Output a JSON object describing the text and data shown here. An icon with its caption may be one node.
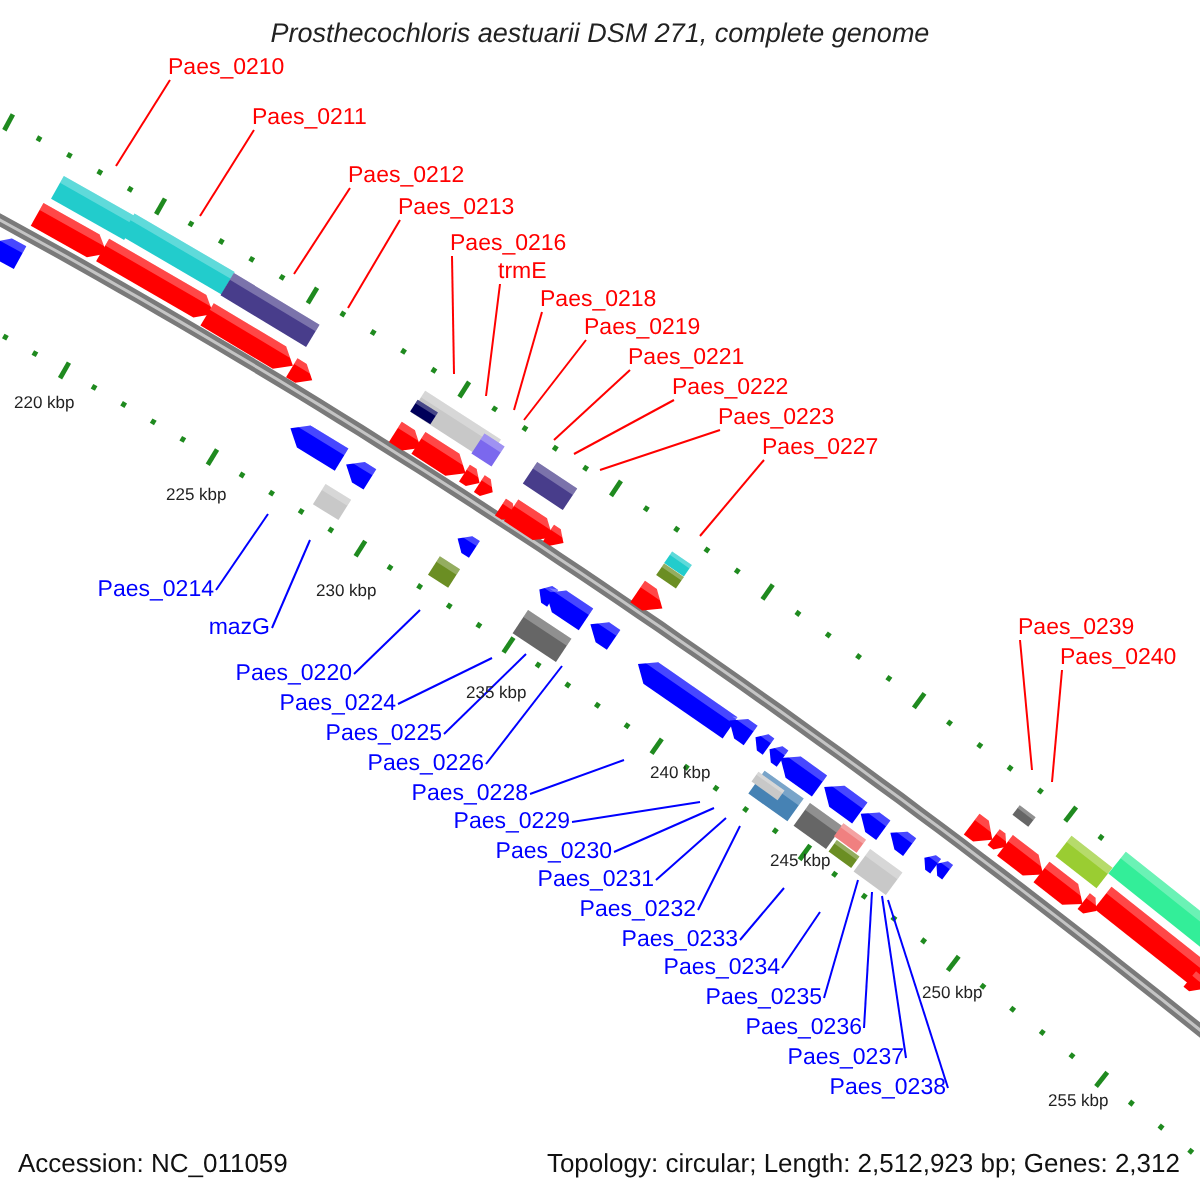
{
  "diagram": {
    "title": "Prosthecochloris aestuarii DSM 271, complete genome",
    "nodes": [
      {
        "text": [
          "Paes_0210"
        ]
      },
      {
        "text": [
          "Paes_0211"
        ]
      },
      {
        "text": [
          "Paes_0212"
        ]
      },
      {
        "text": [
          "Paes_0213"
        ]
      },
      {
        "text": [
          "Paes_0216"
        ]
      },
      {
        "text": [
          "trmE"
        ]
      },
      {
        "text": [
          "Paes_0218"
        ]
      },
      {
        "text": [
          "Paes_0219"
        ]
      },
      {
        "text": [
          "Paes_0221"
        ]
      },
      {
        "text": [
          "Paes_0222"
        ]
      },
      {
        "text": [
          "Paes_0223"
        ]
      },
      {
        "text": [
          "Paes_0227"
        ]
      },
      {
        "text": [
          "Paes_0214"
        ]
      },
      {
        "text": [
          "mazG"
        ]
      },
      {
        "text": [
          "Paes_0220"
        ]
      },
      {
        "text": [
          "Paes_0224"
        ]
      },
      {
        "text": [
          "Paes_0225"
        ]
      },
      {
        "text": [
          "Paes_0226"
        ]
      },
      {
        "text": [
          "Paes_0228"
        ]
      },
      {
        "text": [
          "Paes_0229"
        ]
      },
      {
        "text": [
          "Paes_0230"
        ]
      },
      {
        "text": [
          "Paes_0231"
        ]
      },
      {
        "text": [
          "Paes_0232"
        ]
      },
      {
        "text": [
          "Paes_0233"
        ]
      },
      {
        "text": [
          "Paes_0234"
        ]
      },
      {
        "text": [
          "Paes_0235"
        ]
      },
      {
        "text": [
          "Paes_0236"
        ]
      },
      {
        "text": [
          "Paes_0237"
        ]
      },
      {
        "text": [
          "Paes_0238"
        ]
      },
      {
        "text": [
          "Paes_0239"
        ]
      },
      {
        "text": [
          "Paes_0240"
        ]
      }
    ],
    "edges": [
      {
        "from": 0,
        "to": null,
        "arrow": "none",
        "color": "#ff0000"
      },
      {
        "from": 1,
        "to": null,
        "arrow": "none",
        "color": "#ff0000"
      },
      {
        "from": 2,
        "to": null,
        "arrow": "none",
        "color": "#ff0000"
      },
      {
        "from": 3,
        "to": null,
        "arrow": "none",
        "color": "#ff0000"
      },
      {
        "from": 4,
        "to": null,
        "arrow": "none",
        "color": "#ff0000"
      },
      {
        "from": 5,
        "to": null,
        "arrow": "none",
        "color": "#ff0000"
      },
      {
        "from": 6,
        "to": null,
        "arrow": "none",
        "color": "#ff0000"
      },
      {
        "from": 7,
        "to": null,
        "arrow": "none",
        "color": "#ff0000"
      },
      {
        "from": 8,
        "to": null,
        "arrow": "none",
        "color": "#ff0000"
      },
      {
        "from": 9,
        "to": null,
        "arrow": "none",
        "color": "#ff0000"
      },
      {
        "from": 10,
        "to": null,
        "arrow": "none",
        "color": "#ff0000"
      },
      {
        "from": 11,
        "to": null,
        "arrow": "none",
        "color": "#ff0000"
      },
      {
        "from": 12,
        "to": null,
        "arrow": "none"
      },
      {
        "from": 13,
        "to": null,
        "arrow": "none"
      },
      {
        "from": 14,
        "to": null,
        "arrow": "none"
      },
      {
        "from": 15,
        "to": null,
        "arrow": "none"
      },
      {
        "from": 16,
        "to": null,
        "arrow": "none"
      },
      {
        "from": 17,
        "to": null,
        "arrow": "none"
      },
      {
        "from": 18,
        "to": null,
        "arrow": "none"
      },
      {
        "from": 19,
        "to": null,
        "arrow": "none"
      },
      {
        "from": 20,
        "to": null,
        "arrow": "none"
      },
      {
        "from": 21,
        "to": null,
        "arrow": "none"
      },
      {
        "from": 22,
        "to": null,
        "arrow": "none"
      },
      {
        "from": 23,
        "to": null,
        "arrow": "none"
      },
      {
        "from": 24,
        "to": null,
        "arrow": "none"
      },
      {
        "from": 25,
        "to": null,
        "arrow": "none"
      },
      {
        "from": 26,
        "to": null,
        "arrow": "none"
      },
      {
        "from": 27,
        "to": null,
        "arrow": "none"
      },
      {
        "from": 28,
        "to": null,
        "arrow": "none"
      },
      {
        "from": 29,
        "to": null,
        "arrow": "none",
        "color": "#ff0000"
      },
      {
        "from": 30,
        "to": null,
        "arrow": "none",
        "color": "#ff0000"
      }
    ],
    "labels": [
      "220 kbp",
      "225 kbp",
      "230 kbp",
      "235 kbp",
      "240 kbp",
      "245 kbp",
      "250 kbp",
      "255 kbp",
      "Accession: NC_011059",
      "Topology: circular; Length: 2,512,923 bp; Genes: 2,312"
    ]
  }
}
